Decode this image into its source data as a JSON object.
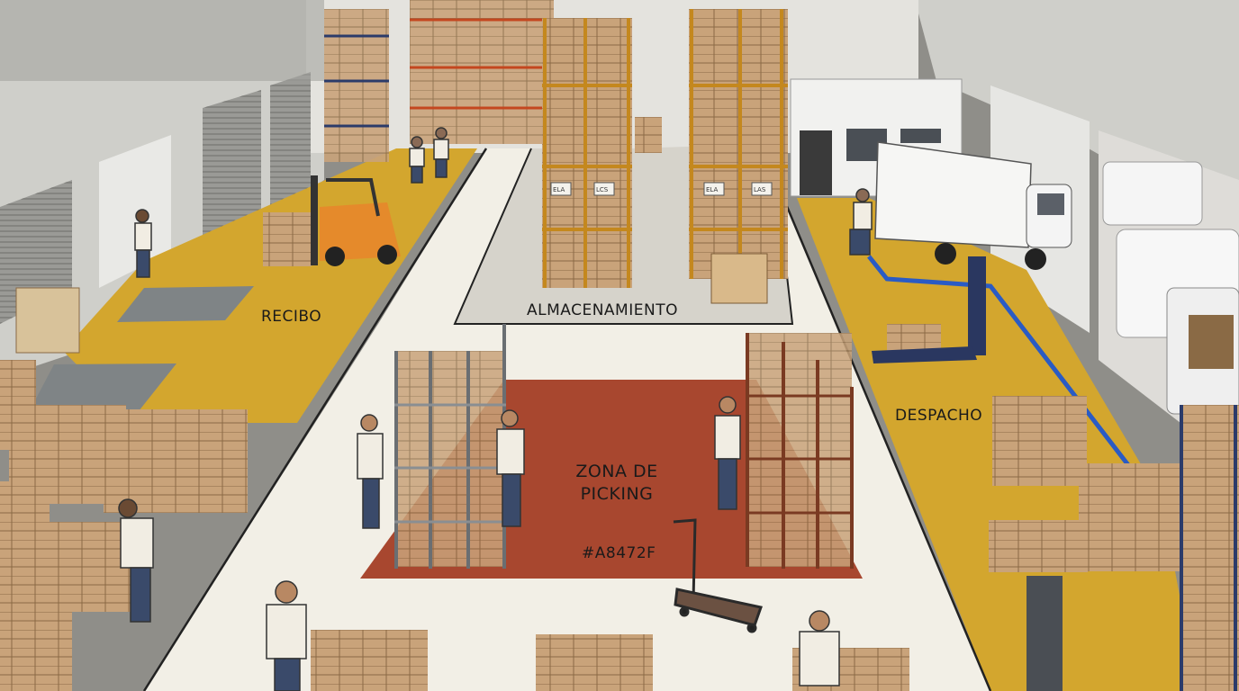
{
  "zones": {
    "recibo": "RECIBO",
    "almacenamiento": "ALMACENAMIENTO",
    "despacho": "DESPACHO",
    "picking": "ZONA DE PICKING",
    "picking_color_code": "#A8472F"
  },
  "rack_tags": [
    "ELA",
    "LCS",
    "ELA",
    "LAS"
  ],
  "colors": {
    "picking_zone": "#A8472F",
    "recibo_floor": "#D3A62E",
    "despacho_floor": "#D3A62E",
    "aisle_floor": "#F2EFE6",
    "storage_floor": "#D6D3CB",
    "dock_line": "#2A5BC4",
    "forklift": "#E58A2B"
  }
}
